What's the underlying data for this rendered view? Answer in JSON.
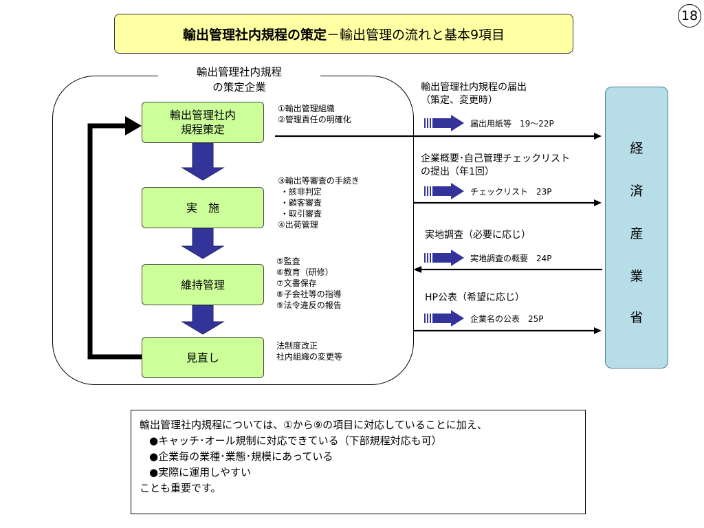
{
  "page_number": "18",
  "title": {
    "main": "輸出管理社内規程の策定",
    "sub": "－輸出管理の流れと基本9項目"
  },
  "company_frame": {
    "label_line1": "輸出管理社内規程",
    "label_line2": "の策定企業"
  },
  "steps": [
    {
      "line1": "輸出管理社内",
      "line2": "規程策定"
    },
    {
      "line1": "実　施",
      "line2": ""
    },
    {
      "line1": "維持管理",
      "line2": ""
    },
    {
      "line1": "見直し",
      "line2": ""
    }
  ],
  "step_notes": [
    "①輸出管理組織\n②管理責任の明確化",
    "③輸出等審査の手続き\n ・該非判定\n ・顧客審査\n ・取引審査\n④出荷管理",
    "⑤監査\n⑥教育（研修）\n⑦文書保存\n⑧子会社等の指導\n⑨法令違反の報告",
    "法制度改正\n社内組織の変更等"
  ],
  "flows": [
    {
      "label": "輸出管理社内規程の届出\n（策定、変更時）",
      "doc": "届出用紙等　19～22P",
      "direction": "to_meti"
    },
    {
      "label": "企業概要･自己管理チェックリスト\nの提出（年1回）",
      "doc": "チェックリスト　23P",
      "direction": "to_meti"
    },
    {
      "label": "実地調査（必要に応じ）",
      "doc": "実地調査の概要　24P",
      "direction": "to_company"
    },
    {
      "label": "HP公表（希望に応じ）",
      "doc": "企業名の公表　25P",
      "direction": "to_meti"
    }
  ],
  "meti_chars": [
    "経",
    "済",
    "産",
    "業",
    "省"
  ],
  "summary": {
    "line1": "輸出管理社内規程については、①から⑨の項目に対応していることに加え、",
    "bullets": [
      "●キャッチ･オール規制に対応できている（下部規程対応も可）",
      "●企業毎の業種･業態･規模にあっている",
      "●実際に運用しやすい"
    ],
    "closing": "ことも重要です。"
  },
  "colors": {
    "title_bg": "#ffffa3",
    "step_bg": "#ccff99",
    "meti_bg": "#b7dde8",
    "arrow_blue": "#33339a"
  }
}
